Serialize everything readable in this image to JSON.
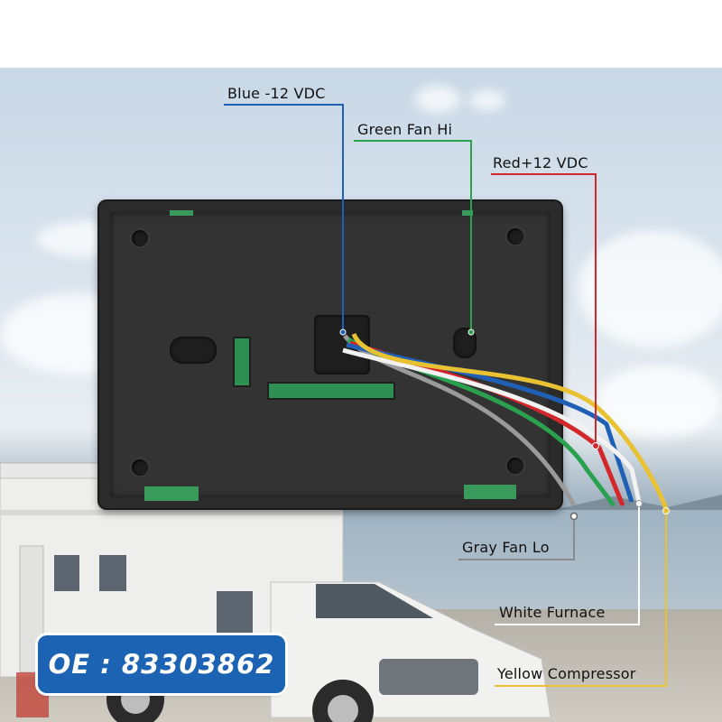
{
  "labels": {
    "blue": "Blue -12 VDC",
    "green": "Green Fan Hi",
    "red": "Red+12 VDC",
    "gray": "Gray Fan Lo",
    "white": "White  Furnace",
    "yellow": "Yellow Compressor"
  },
  "badge": {
    "text": "OE : 83303862"
  },
  "colors": {
    "blue_wire": "#1f5fb5",
    "green_wire": "#2aa14f",
    "red_wire": "#d4272b",
    "gray_wire": "#9a9a9a",
    "white_wire": "#f2f2f2",
    "yellow_wire": "#e9c233",
    "badge_blue": "#1d63b4"
  },
  "icons": [
    "camper-van-background",
    "thermostat-backplate",
    "wire-bundle"
  ]
}
